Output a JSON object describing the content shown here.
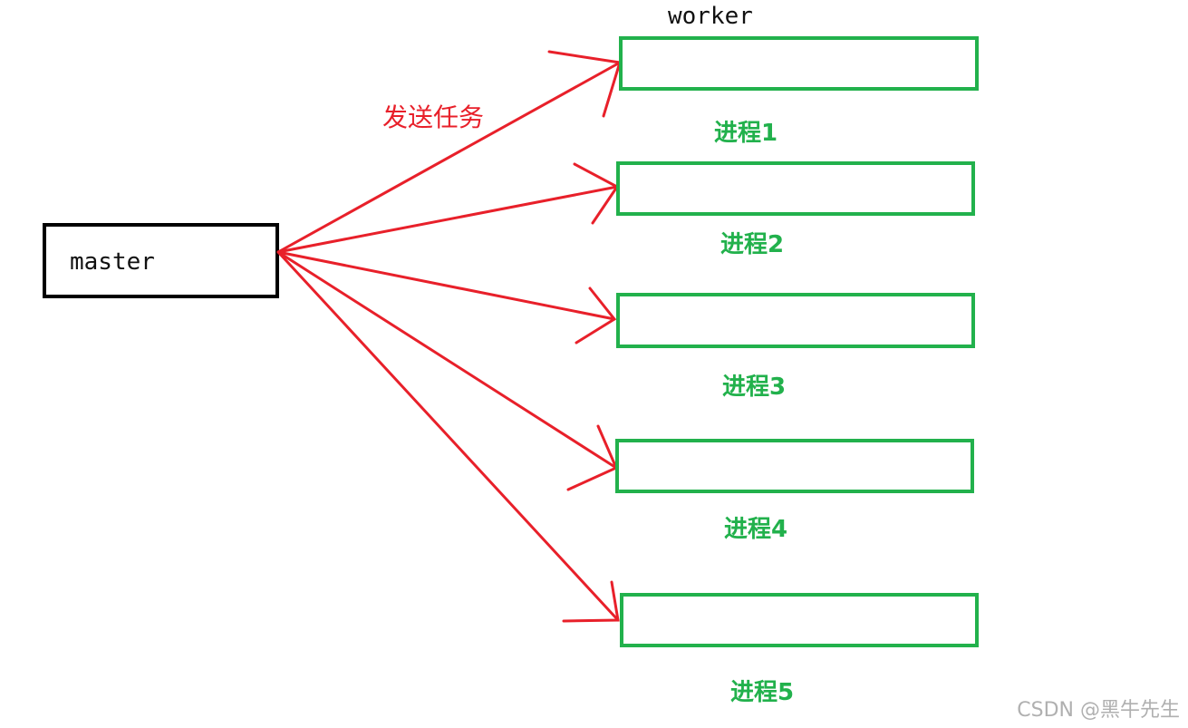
{
  "master": {
    "label": "master"
  },
  "worker": {
    "label": "worker"
  },
  "edge_label": "发送任务",
  "processes": [
    {
      "label": "进程1"
    },
    {
      "label": "进程2"
    },
    {
      "label": "进程3"
    },
    {
      "label": "进程4"
    },
    {
      "label": "进程5"
    }
  ],
  "watermark": "CSDN @黑牛先生",
  "colors": {
    "arrow": "#e8202a",
    "worker_box": "#22b14c",
    "process_label": "#22b14c",
    "master_box": "#000000",
    "edge_label": "#e8202a",
    "watermark": "#b0b0b0"
  }
}
